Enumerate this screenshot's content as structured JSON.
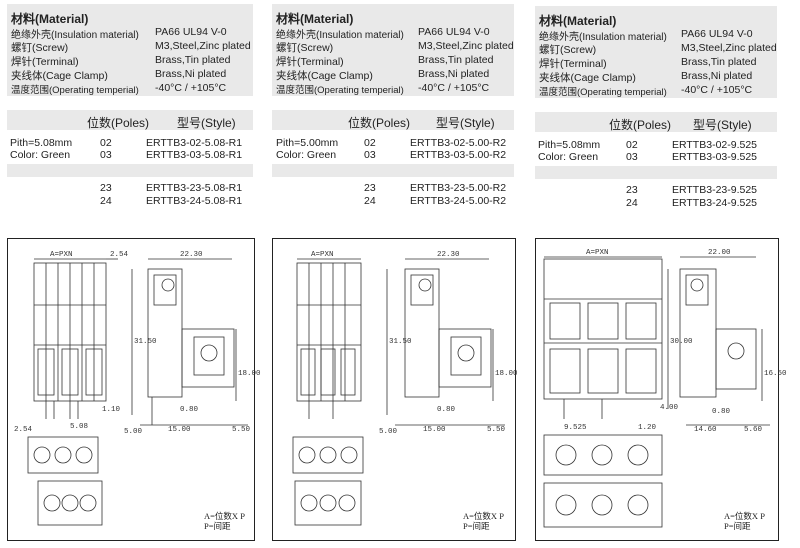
{
  "columns": [
    {
      "material_title": "材料(Material)",
      "materials": [
        {
          "label": "绝缘外壳(Insulation material)",
          "value": "PA66 UL94 V-0"
        },
        {
          "label": "螺钉(Screw)",
          "value": "M3,Steel,Zinc plated"
        },
        {
          "label": "焊针(Terminal)",
          "value": "Brass,Tin plated"
        },
        {
          "label": "夹线体(Cage Clamp)",
          "value": "Brass,Ni plated"
        },
        {
          "label": "温度范围(Operating temperial)",
          "value": "-40°C / +105°C"
        }
      ],
      "poles_header": "位数(Poles)",
      "style_header": "型号(Style)",
      "pitch": "Pith=5.08mm",
      "color": "Color: Green",
      "rows_top": [
        {
          "poles": "02",
          "style": "ERTTB3-02-5.08-R1"
        },
        {
          "poles": "03",
          "style": "ERTTB3-03-5.08-R1"
        }
      ],
      "rows_bottom": [
        {
          "poles": "23",
          "style": "ERTTB3-23-5.08-R1"
        },
        {
          "poles": "24",
          "style": "ERTTB3-24-5.08-R1"
        }
      ],
      "dims": {
        "a": "A=PXN",
        "w": "22.30",
        "p": "2.54",
        "h": "31.50",
        "h2": "18.00",
        "pin": "1.10",
        "pin2": "0.80",
        "b": "15.00",
        "c": "5.50",
        "d": "5.00",
        "e": "2.54",
        "f": "5.08"
      },
      "note": [
        "A=位数X P",
        "P=间距"
      ]
    },
    {
      "material_title": "材料(Material)",
      "materials": [
        {
          "label": "绝缘外壳(Insulation material)",
          "value": "PA66 UL94 V-0"
        },
        {
          "label": "螺钉(Screw)",
          "value": "M3,Steel,Zinc plated"
        },
        {
          "label": "焊针(Terminal)",
          "value": "Brass,Tin plated"
        },
        {
          "label": "夹线体(Cage Clamp)",
          "value": "Brass,Ni plated"
        },
        {
          "label": "温度范围(Operating temperial)",
          "value": "-40°C / +105°C"
        }
      ],
      "poles_header": "位数(Poles)",
      "style_header": "型号(Style)",
      "pitch": "Pith=5.00mm",
      "color": "Color: Green",
      "rows_top": [
        {
          "poles": "02",
          "style": "ERTTB3-02-5.00-R2"
        },
        {
          "poles": "03",
          "style": "ERTTB3-03-5.00-R2"
        }
      ],
      "rows_bottom": [
        {
          "poles": "23",
          "style": "ERTTB3-23-5.00-R2"
        },
        {
          "poles": "24",
          "style": "ERTTB3-24-5.00-R2"
        }
      ],
      "dims": {
        "a": "A=PXN",
        "w": "22.30",
        "h": "31.50",
        "h2": "18.00",
        "pin2": "0.80",
        "b": "15.00",
        "c": "5.50",
        "d": "5.00"
      },
      "note": [
        "A=位数X P",
        "P=间距"
      ]
    },
    {
      "material_title": "材料(Material)",
      "materials": [
        {
          "label": "绝缘外壳(Insulation material)",
          "value": "PA66 UL94 V-0"
        },
        {
          "label": "螺钉(Screw)",
          "value": "M3,Steel,Zinc plated"
        },
        {
          "label": "焊针(Terminal)",
          "value": "Brass,Tin plated"
        },
        {
          "label": "夹线体(Cage Clamp)",
          "value": "Brass,Ni plated"
        },
        {
          "label": "温度范围(Operating temperial)",
          "value": "-40°C / +105°C"
        }
      ],
      "poles_header": "位数(Poles)",
      "style_header": "型号(Style)",
      "pitch": "Pith=5.08mm",
      "color": "Color: Green",
      "rows_top": [
        {
          "poles": "02",
          "style": "ERTTB3-02-9.525"
        },
        {
          "poles": "03",
          "style": "ERTTB3-03-9.525"
        }
      ],
      "rows_bottom": [
        {
          "poles": "23",
          "style": "ERTTB3-23-9.525"
        },
        {
          "poles": "24",
          "style": "ERTTB3-24-9.525"
        }
      ],
      "dims": {
        "a": "A=PXN",
        "w": "22.00",
        "h": "30.00",
        "h2": "16.50",
        "pin": "1.20",
        "pin2": "0.80",
        "b": "14.60",
        "c": "5.60",
        "d": "4.00",
        "f": "9.525"
      },
      "note": [
        "A=位数X P",
        "P=间距"
      ]
    }
  ]
}
